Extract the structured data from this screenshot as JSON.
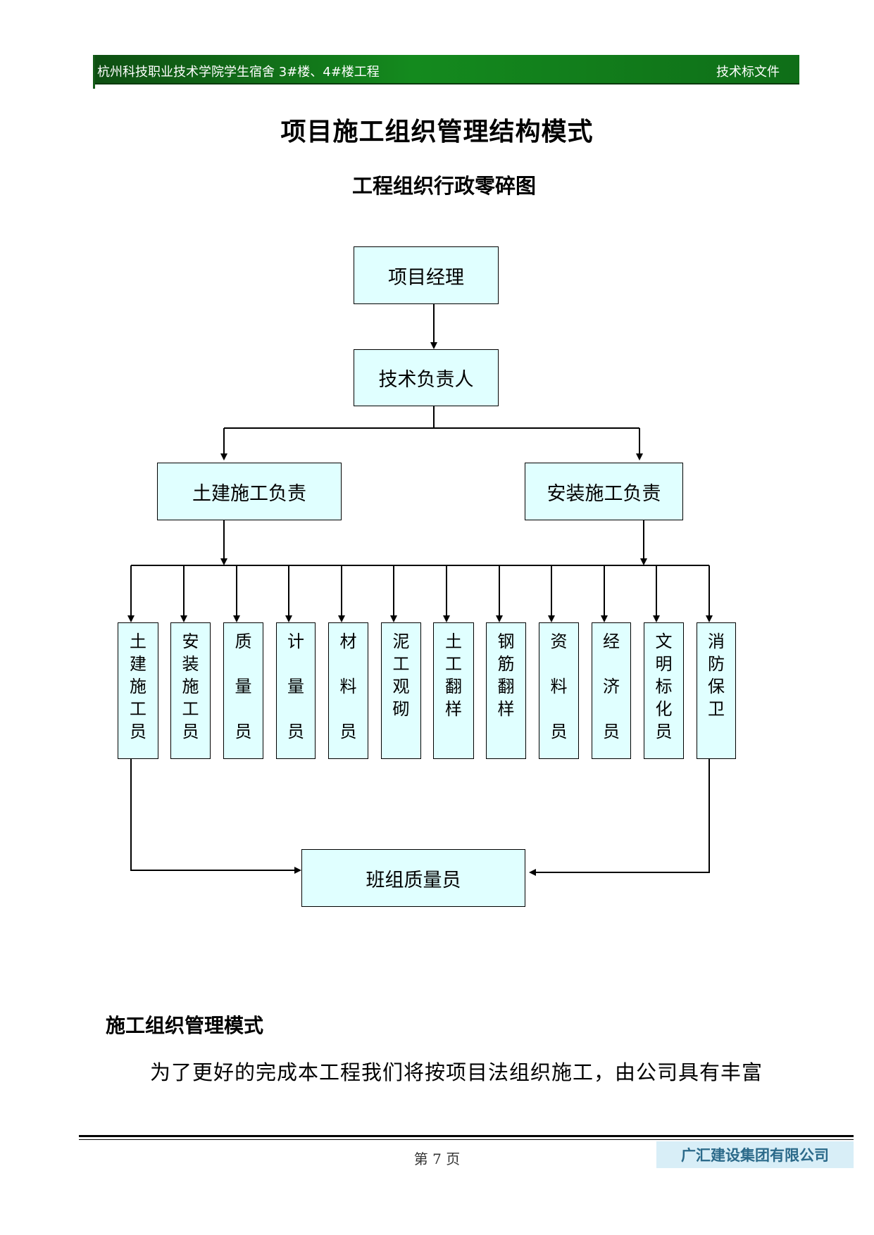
{
  "header": {
    "left": "杭州科技职业技术学院学生宿舍 3#楼、4#楼工程",
    "right": "技术标文件"
  },
  "title": "项目施工组织管理结构模式",
  "subtitle": "工程组织行政零碎图",
  "org": {
    "top": "项目经理",
    "second": "技术负责人",
    "left_branch": "土建施工负责",
    "right_branch": "安装施工负责",
    "bottom": "班组质量员",
    "roles": [
      [
        "土",
        "建",
        "施",
        "工",
        "员"
      ],
      [
        "安",
        "装",
        "施",
        "工",
        "员"
      ],
      [
        "质",
        "",
        "量",
        "",
        "员"
      ],
      [
        "计",
        "",
        "量",
        "",
        "员"
      ],
      [
        "材",
        "",
        "料",
        "",
        "员"
      ],
      [
        "泥",
        "工",
        "观",
        "砌"
      ],
      [
        "土",
        "工",
        "翻",
        "样"
      ],
      [
        "钢",
        "筋",
        "翻",
        "样"
      ],
      [
        "资",
        "",
        "料",
        "",
        "员"
      ],
      [
        "经",
        "",
        "济",
        "",
        "员"
      ],
      [
        "文",
        "明",
        "标",
        "化",
        "员"
      ],
      [
        "消",
        "防",
        "保",
        "卫"
      ]
    ]
  },
  "section": {
    "title": "施工组织管理模式",
    "paragraph": "为了更好的完成本工程我们将按项目法组织施工，由公司具有丰富"
  },
  "footer": {
    "page": "第 7 页",
    "company": "广汇建设集团有限公司"
  }
}
